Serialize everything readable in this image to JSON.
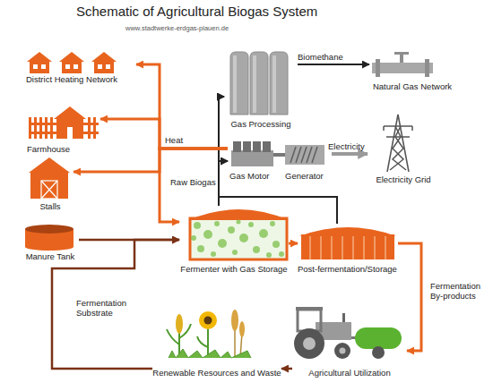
{
  "diagram": {
    "title": "Schematic of Agricultural Biogas System",
    "nodes": [
      {
        "text": [
          "District Heating Network"
        ]
      },
      {
        "text": [
          "Gas Processing"
        ]
      },
      {
        "text": [
          "Natural Gas Network"
        ]
      },
      {
        "text": [
          "Farmhouse"
        ]
      },
      {
        "text": [
          "Gas Motor"
        ]
      },
      {
        "text": [
          "Generator"
        ]
      },
      {
        "text": [
          "Electricity Grid"
        ]
      },
      {
        "text": [
          "Stalls"
        ]
      },
      {
        "text": [
          "Manure Tank"
        ]
      },
      {
        "text": [
          "Fermenter with Gas Storage"
        ]
      },
      {
        "text": [
          "Post-fermentation/Storage"
        ]
      },
      {
        "text": [
          "Renewable Resources and Waste"
        ]
      },
      {
        "text": [
          "Agricultural Utilization"
        ]
      }
    ],
    "edges": [
      {
        "from": 9,
        "to": 1,
        "label": "Raw Biogas",
        "arrow": "to"
      },
      {
        "from": 9,
        "to": 4,
        "arrow": "to"
      },
      {
        "from": 10,
        "to": 1,
        "arrow": "to"
      },
      {
        "from": 10,
        "to": 4,
        "arrow": "to"
      },
      {
        "from": 1,
        "to": 2,
        "label": "Biomethane",
        "arrow": "to"
      },
      {
        "from": 5,
        "to": 6,
        "label": "Electricity",
        "arrow": "to"
      },
      {
        "from": 4,
        "to": 0,
        "arrow": "to"
      },
      {
        "from": 4,
        "to": 3,
        "label": "Heat",
        "arrow": "to"
      },
      {
        "from": 4,
        "to": 7,
        "arrow": "to"
      },
      {
        "from": 4,
        "to": 9,
        "arrow": "to"
      },
      {
        "from": 8,
        "to": 9,
        "arrow": "to"
      },
      {
        "from": 9,
        "to": 10,
        "arrow": "to"
      },
      {
        "from": 10,
        "to": 12,
        "label": "Fermentation By-products",
        "arrow": "to"
      },
      {
        "from": 12,
        "to": 11,
        "arrow": "to"
      },
      {
        "from": 11,
        "to": 9,
        "label": "Fermentation Substrate",
        "arrow": "to"
      }
    ],
    "labels": [
      "www.stadtwerke-erdgas-plauen.de"
    ]
  }
}
